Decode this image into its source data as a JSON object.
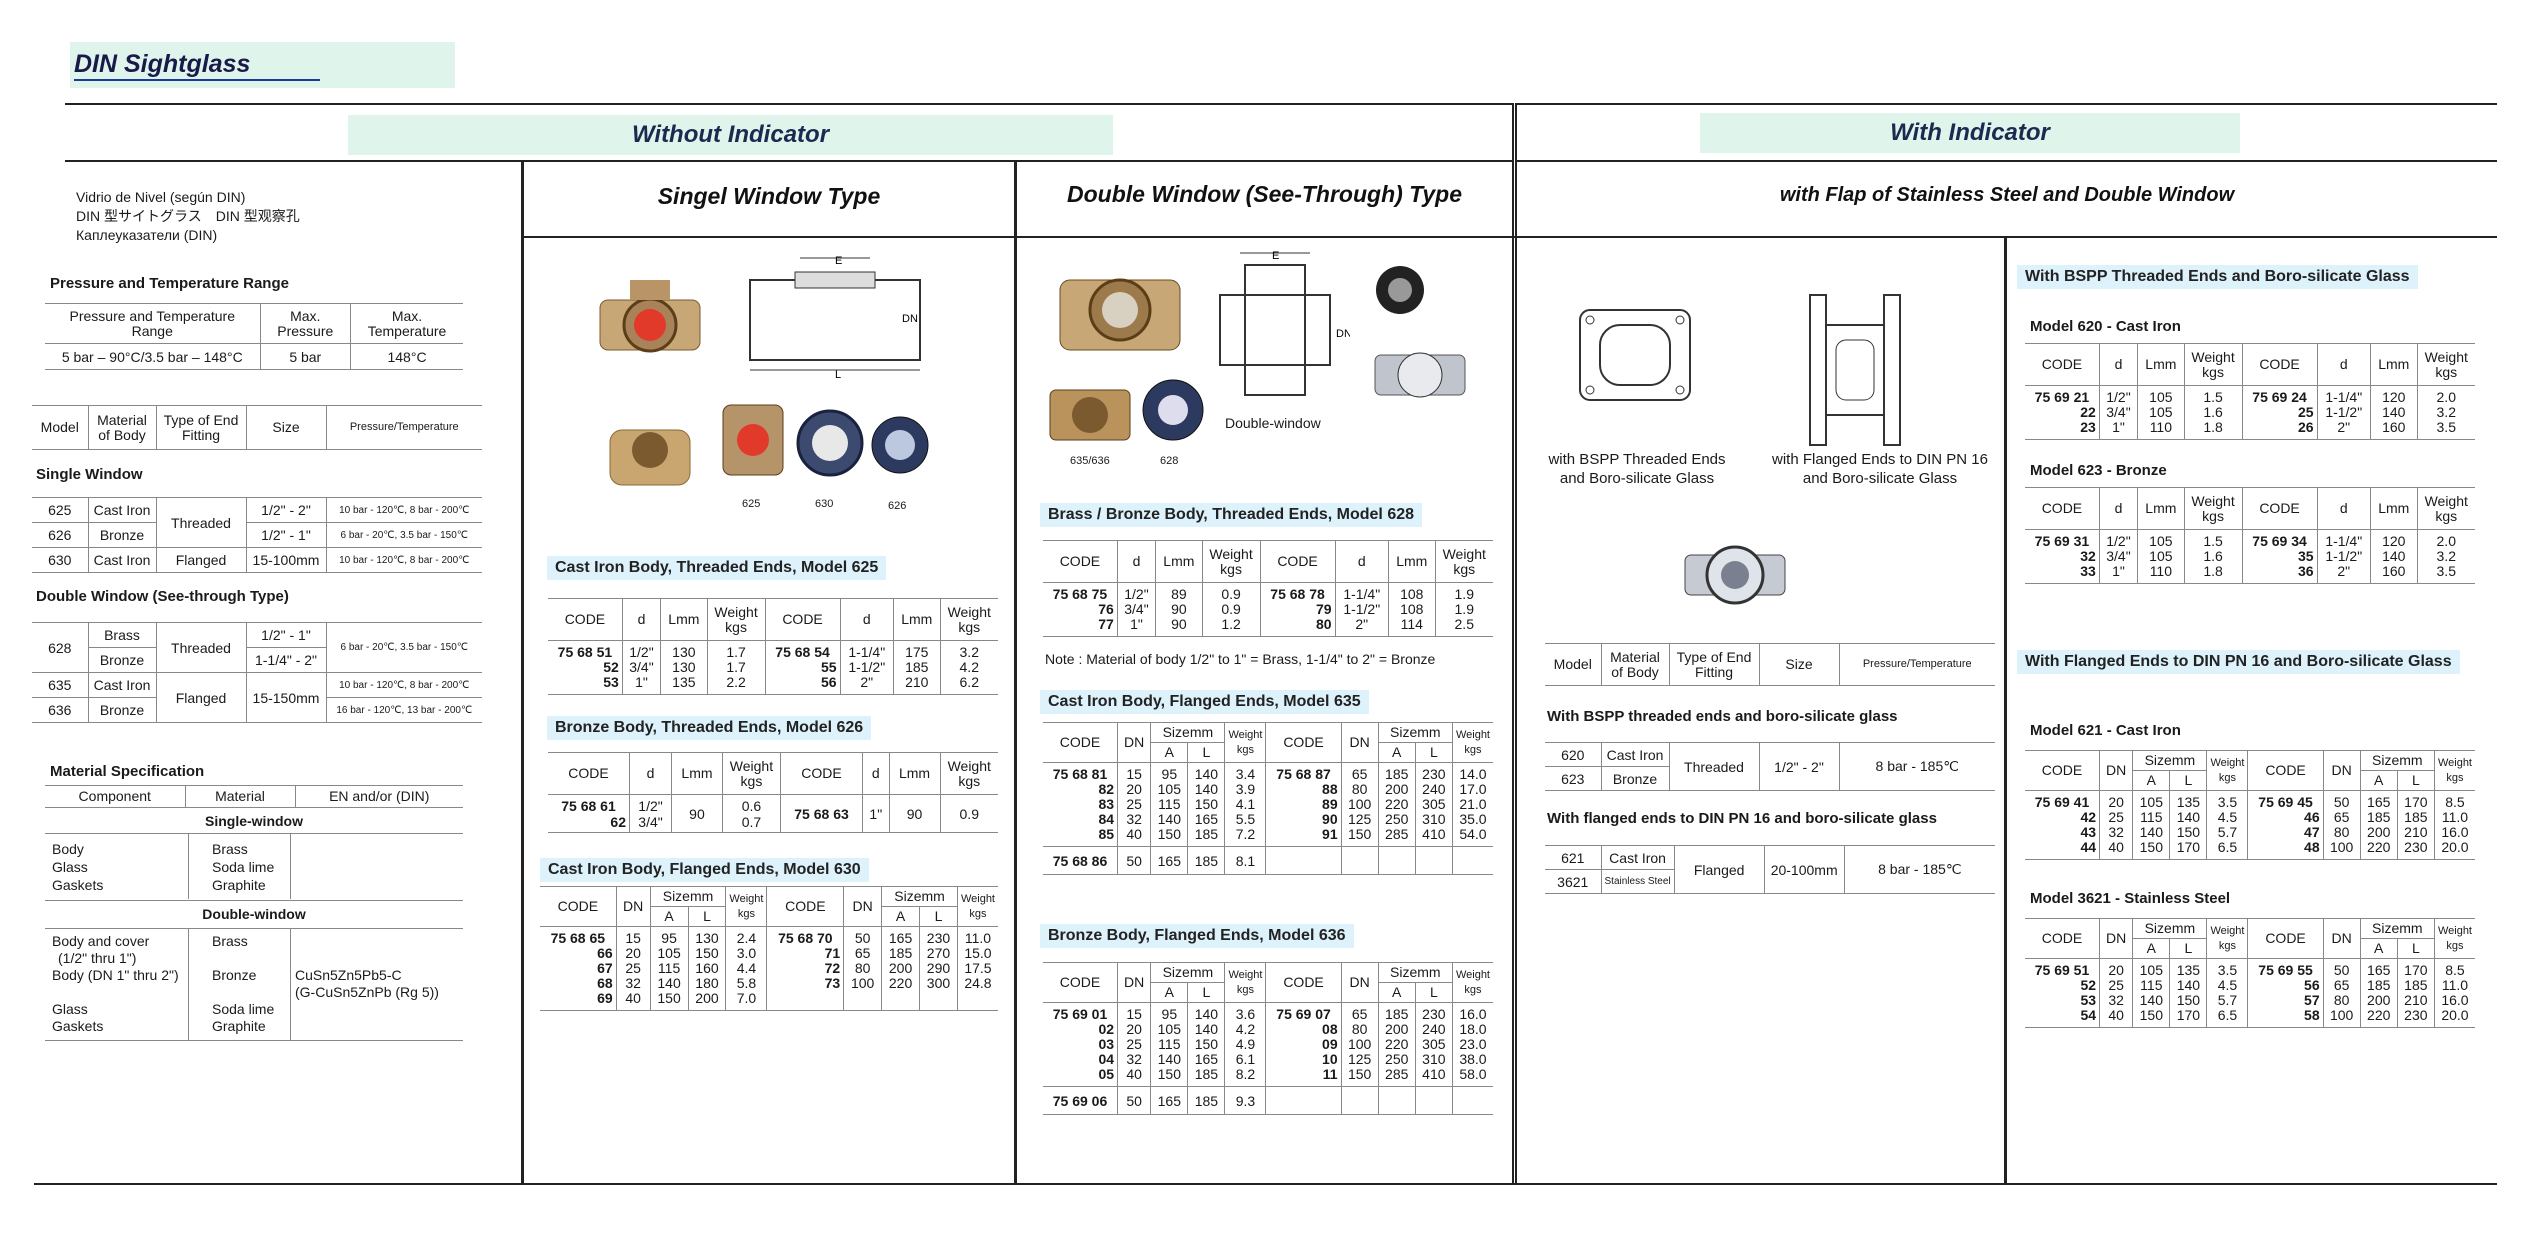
{
  "title": "DIN Sightglass",
  "banners": {
    "without": "Without Indicator",
    "with": "With Indicator"
  },
  "col_titles": {
    "single": "Singel Window Type",
    "double": "Double Window (See-Through) Type",
    "flap": "with Flap of Stainless Steel  and Double Window"
  },
  "left": {
    "names": [
      "Vidrio de Nivel (según DIN)",
      "DIN 型サイトグラス　DIN 型观察孔",
      "Каплеуказатели (DIN)"
    ],
    "pt_heading": "Pressure and Temperature Range",
    "pt_headers": [
      "Pressure and Temperature Range",
      "Max. Pressure",
      "Max. Temperature"
    ],
    "pt_row": [
      "5 bar – 90°C/3.5 bar – 148°C",
      "5 bar",
      "148°C"
    ],
    "model_headers": [
      "Model",
      "Material of Body",
      "Type of End Fitting",
      "Size",
      "Pressure/Temperature"
    ],
    "single_heading": "Single Window",
    "single_rows": [
      [
        "625",
        "Cast Iron",
        "1/2\" - 2\"",
        "10 bar - 120℃, 8 bar - 200℃"
      ],
      [
        "626",
        "Bronze",
        "1/2\" - 1\"",
        "6 bar - 20℃, 3.5 bar - 150℃"
      ],
      [
        "630",
        "Cast Iron",
        "15-100mm",
        "10 bar - 120℃, 8 bar - 200℃"
      ]
    ],
    "single_fit": [
      "Threaded",
      "Flanged"
    ],
    "double_heading": "Double Window (See-through Type)",
    "double_rows": [
      [
        "628",
        "Brass",
        "1/2\" - 1\"",
        "6 bar - 20℃, 3.5 bar - 150℃"
      ],
      [
        "",
        "Bronze",
        "1-1/4\" - 2\""
      ],
      [
        "635",
        "Cast Iron",
        "15-150mm",
        "10 bar - 120℃, 8 bar - 200℃"
      ],
      [
        "636",
        "Bronze",
        "",
        "16 bar - 120℃, 13 bar - 200℃"
      ]
    ],
    "double_fit": [
      "Threaded",
      "Flanged"
    ],
    "mat_heading": "Material Specification",
    "mat_headers": [
      "Component",
      "Material",
      "EN and/or (DIN)"
    ],
    "mat_single": "Single-window",
    "mat_single_rows": [
      [
        "Body",
        "Brass"
      ],
      [
        "Glass",
        "Soda lime"
      ],
      [
        "Gaskets",
        "Graphite"
      ]
    ],
    "mat_double": "Double-window",
    "mat_double_comp": [
      "Body and cover",
      "(1/2\" thru 1\")",
      "Body (DN 1\" thru 2\")",
      "",
      "Glass",
      "Gaskets"
    ],
    "mat_double_mat": [
      "Brass",
      "",
      "Bronze",
      "",
      "Soda lime",
      "Graphite"
    ],
    "mat_double_en": [
      "CuSn5Zn5Pb5-C",
      "(G-CuSn5ZnPb (Rg 5))"
    ]
  },
  "single": {
    "img_labels": [
      "625",
      "630",
      "626"
    ],
    "t625_title": "Cast Iron Body, Threaded Ends, Model 625",
    "t625_h": [
      "CODE",
      "d",
      "Lmm",
      "Weight kgs",
      "CODE",
      "d",
      "Lmm",
      "Weight kgs"
    ],
    "t625_rows": [
      [
        "75 68 51",
        "1/2\"",
        "130",
        "1.7",
        "75 68 54",
        "1-1/4\"",
        "175",
        "3.2"
      ],
      [
        "52",
        "3/4\"",
        "130",
        "1.7",
        "55",
        "1-1/2\"",
        "185",
        "4.2"
      ],
      [
        "53",
        "1\"",
        "135",
        "2.2",
        "56",
        "2\"",
        "210",
        "6.2"
      ]
    ],
    "t626_title": "Bronze Body, Threaded Ends, Model 626",
    "t626_h": [
      "CODE",
      "d",
      "Lmm",
      "Weight kgs",
      "CODE",
      "d",
      "Lmm",
      "Weight kgs"
    ],
    "t626_rows": [
      [
        "75 68 61",
        "1/2\"",
        "90",
        "0.6",
        "75 68 63",
        "1\"",
        "90",
        "0.9"
      ],
      [
        "62",
        "3/4\"",
        "",
        "0.7",
        "",
        "",
        "",
        ""
      ]
    ],
    "t630_title": "Cast Iron Body, Flanged Ends, Model 630",
    "t630_h": [
      "CODE",
      "DN",
      "Sizemm",
      "Weight kgs",
      "CODE",
      "DN",
      "Sizemm",
      "Weight kgs"
    ],
    "t630_sub": [
      "A",
      "L",
      "A",
      "L"
    ],
    "t630_rows": [
      [
        "75 68 65",
        "15",
        "95",
        "130",
        "2.4",
        "75 68 70",
        "50",
        "165",
        "230",
        "11.0"
      ],
      [
        "66",
        "20",
        "105",
        "150",
        "3.0",
        "71",
        "65",
        "185",
        "270",
        "15.0"
      ],
      [
        "67",
        "25",
        "115",
        "160",
        "4.4",
        "72",
        "80",
        "200",
        "290",
        "17.5"
      ],
      [
        "68",
        "32",
        "140",
        "180",
        "5.8",
        "73",
        "100",
        "220",
        "300",
        "24.8"
      ],
      [
        "69",
        "40",
        "150",
        "200",
        "7.0",
        "",
        "",
        "",
        "",
        ""
      ]
    ]
  },
  "double": {
    "img_labels": [
      "635/636",
      "628",
      "Double-window"
    ],
    "t628_title": "Brass / Bronze Body, Threaded Ends, Model 628",
    "t628_h": [
      "CODE",
      "d",
      "Lmm",
      "Weight kgs",
      "CODE",
      "d",
      "Lmm",
      "Weight kgs"
    ],
    "t628_rows": [
      [
        "75 68 75",
        "1/2\"",
        "89",
        "0.9",
        "75 68 78",
        "1-1/4\"",
        "108",
        "1.9"
      ],
      [
        "76",
        "3/4\"",
        "90",
        "0.9",
        "79",
        "1-1/2\"",
        "108",
        "1.9"
      ],
      [
        "77",
        "1\"",
        "90",
        "1.2",
        "80",
        "2\"",
        "114",
        "2.5"
      ]
    ],
    "t628_note": "Note :  Material of body 1/2\" to 1\" = Brass, 1-1/4\" to 2\" = Bronze",
    "t635_title": "Cast Iron Body, Flanged Ends, Model 635",
    "t635_h": [
      "CODE",
      "DN",
      "Sizemm",
      "Weight kgs",
      "CODE",
      "DN",
      "Sizemm",
      "Weight kgs"
    ],
    "t635_sub": [
      "A",
      "L",
      "A",
      "L"
    ],
    "t635_rows": [
      [
        "75 68 81",
        "15",
        "95",
        "140",
        "3.4",
        "75 68 87",
        "65",
        "185",
        "230",
        "14.0"
      ],
      [
        "82",
        "20",
        "105",
        "140",
        "3.9",
        "88",
        "80",
        "200",
        "240",
        "17.0"
      ],
      [
        "83",
        "25",
        "115",
        "150",
        "4.1",
        "89",
        "100",
        "220",
        "305",
        "21.0"
      ],
      [
        "84",
        "32",
        "140",
        "165",
        "5.5",
        "90",
        "125",
        "250",
        "310",
        "35.0"
      ],
      [
        "85",
        "40",
        "150",
        "185",
        "7.2",
        "91",
        "150",
        "285",
        "410",
        "54.0"
      ]
    ],
    "t635_last": [
      "75 68 86",
      "50",
      "165",
      "185",
      "8.1"
    ],
    "t636_title": "Bronze Body, Flanged Ends, Model 636",
    "t636_h": [
      "CODE",
      "DN",
      "Sizemm",
      "Weight kgs",
      "CODE",
      "DN",
      "Sizemm",
      "Weight kgs"
    ],
    "t636_sub": [
      "A",
      "L",
      "A",
      "L"
    ],
    "t636_rows": [
      [
        "75 69 01",
        "15",
        "95",
        "140",
        "3.6",
        "75 69 07",
        "65",
        "185",
        "230",
        "16.0"
      ],
      [
        "02",
        "20",
        "105",
        "140",
        "4.2",
        "08",
        "80",
        "200",
        "240",
        "18.0"
      ],
      [
        "03",
        "25",
        "115",
        "150",
        "4.9",
        "09",
        "100",
        "220",
        "305",
        "23.0"
      ],
      [
        "04",
        "32",
        "140",
        "165",
        "6.1",
        "10",
        "125",
        "250",
        "310",
        "38.0"
      ],
      [
        "05",
        "40",
        "150",
        "185",
        "8.2",
        "11",
        "150",
        "285",
        "410",
        "58.0"
      ]
    ],
    "t636_last": [
      "75 69 06",
      "50",
      "165",
      "185",
      "9.3"
    ]
  },
  "flap": {
    "cap1": [
      "with BSPP Threaded Ends",
      "and Boro-silicate Glass"
    ],
    "cap2": [
      "with Flanged Ends to DIN PN 16",
      "and Boro-silicate Glass"
    ],
    "model_h": [
      "Model",
      "Material of Body",
      "Type of End Fitting",
      "Size",
      "Pressure/Temperature"
    ],
    "bspp_heading": "With BSPP threaded ends and boro-silicate glass",
    "bspp_rows": [
      [
        "620",
        "Cast Iron"
      ],
      [
        "623",
        "Bronze"
      ]
    ],
    "bspp_fit": "Threaded",
    "bspp_size": "1/2\" - 2\"",
    "bspp_pt": "8 bar - 185℃",
    "fl_heading": "With flanged ends to DIN PN 16 and boro-silicate glass",
    "fl_rows": [
      [
        "621",
        "Cast Iron"
      ],
      [
        "3621",
        "Stainless Steel"
      ]
    ],
    "fl_fit": "Flanged",
    "fl_size": "20-100mm",
    "fl_pt": "8 bar - 185℃"
  },
  "right": {
    "sec1": "With BSPP Threaded Ends and Boro-silicate Glass",
    "m620_title": "Model 620 - Cast Iron",
    "m620_h": [
      "CODE",
      "d",
      "Lmm",
      "Weight kgs",
      "CODE",
      "d",
      "Lmm",
      "Weight kgs"
    ],
    "m620_rows": [
      [
        "75 69 21",
        "1/2\"",
        "105",
        "1.5",
        "75 69 24",
        "1-1/4\"",
        "120",
        "2.0"
      ],
      [
        "22",
        "3/4\"",
        "105",
        "1.6",
        "25",
        "1-1/2\"",
        "140",
        "3.2"
      ],
      [
        "23",
        "1\"",
        "110",
        "1.8",
        "26",
        "2\"",
        "160",
        "3.5"
      ]
    ],
    "m623_title": "Model 623 - Bronze",
    "m623_h": [
      "CODE",
      "d",
      "Lmm",
      "Weight kgs",
      "CODE",
      "d",
      "Lmm",
      "Weight kgs"
    ],
    "m623_rows": [
      [
        "75 69 31",
        "1/2\"",
        "105",
        "1.5",
        "75 69 34",
        "1-1/4\"",
        "120",
        "2.0"
      ],
      [
        "32",
        "3/4\"",
        "105",
        "1.6",
        "35",
        "1-1/2\"",
        "140",
        "3.2"
      ],
      [
        "33",
        "1\"",
        "110",
        "1.8",
        "36",
        "2\"",
        "160",
        "3.5"
      ]
    ],
    "sec2": "With Flanged Ends to DIN PN 16 and Boro-silicate Glass",
    "m621_title": "Model 621 - Cast Iron",
    "m621_h": [
      "CODE",
      "DN",
      "Sizemm",
      "Weight kgs",
      "CODE",
      "DN",
      "Sizemm",
      "Weight kgs"
    ],
    "m621_sub": [
      "A",
      "L",
      "A",
      "L"
    ],
    "m621_rows": [
      [
        "75 69 41",
        "20",
        "105",
        "135",
        "3.5",
        "75 69 45",
        "50",
        "165",
        "170",
        "8.5"
      ],
      [
        "42",
        "25",
        "115",
        "140",
        "4.5",
        "46",
        "65",
        "185",
        "185",
        "11.0"
      ],
      [
        "43",
        "32",
        "140",
        "150",
        "5.7",
        "47",
        "80",
        "200",
        "210",
        "16.0"
      ],
      [
        "44",
        "40",
        "150",
        "170",
        "6.5",
        "48",
        "100",
        "220",
        "230",
        "20.0"
      ]
    ],
    "m3621_title": "Model 3621 - Stainless Steel",
    "m3621_h": [
      "CODE",
      "DN",
      "Sizemm",
      "Weight kgs",
      "CODE",
      "DN",
      "Sizemm",
      "Weight kgs"
    ],
    "m3621_sub": [
      "A",
      "L",
      "A",
      "L"
    ],
    "m3621_rows": [
      [
        "75 69 51",
        "20",
        "105",
        "135",
        "3.5",
        "75 69 55",
        "50",
        "165",
        "170",
        "8.5"
      ],
      [
        "52",
        "25",
        "115",
        "140",
        "4.5",
        "56",
        "65",
        "185",
        "185",
        "11.0"
      ],
      [
        "53",
        "32",
        "140",
        "150",
        "5.7",
        "57",
        "80",
        "200",
        "210",
        "16.0"
      ],
      [
        "54",
        "40",
        "150",
        "170",
        "6.5",
        "58",
        "100",
        "220",
        "230",
        "20.0"
      ]
    ]
  }
}
